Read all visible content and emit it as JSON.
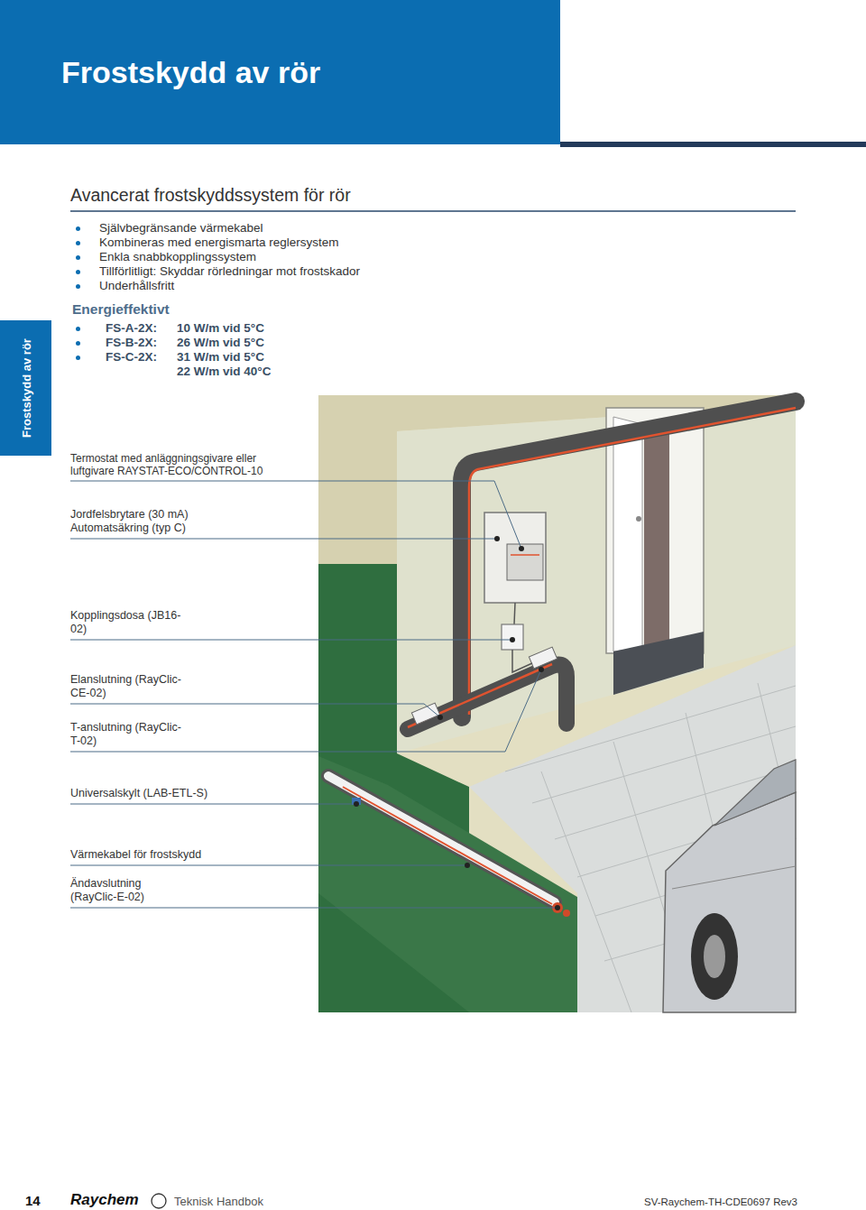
{
  "diagram": {
    "title": "Frostskydd av rör",
    "nodes": [
      {
        "text": [
          "Frostskydd av rör"
        ]
      }
    ],
    "edges": [],
    "labels": [
      "Avancerat frostskyddssystem för rör",
      "Självbegränsande värmekabel",
      "Kombineras med energismarta reglersystem",
      "Enkla snabbkopplingssystem",
      "Tillförlitligt: Skyddar rörledningar mot frostskador",
      "Underhållsfritt",
      "Energieffektivt",
      "FS-A-2X:",
      "10 W/m vid 5°C",
      "FS-B-2X:",
      "26 W/m vid 5°C",
      "FS-C-2X:",
      "31 W/m vid 5°C",
      "22 W/m vid 40°C",
      "Termostat med anläggningsgivare eller luftgivare RAYSTAT-ECO/CONTROL-10",
      "Jordfelsbrytare (30 mA) Automatsäkring (typ C)",
      "Kopplingsdosa (JB16-02)",
      "Elanslutning (RayClic-CE-02)",
      "T-anslutning (RayClic-T-02)",
      "Universalskylt (LAB-ETL-S)",
      "Värmekabel för frostskydd",
      "Ändavslutning (RayClic-E-02)",
      "14",
      "Raychem",
      "Teknisk Handbok",
      "SV-Raychem-TH-CDE0697 Rev3"
    ]
  }
}
